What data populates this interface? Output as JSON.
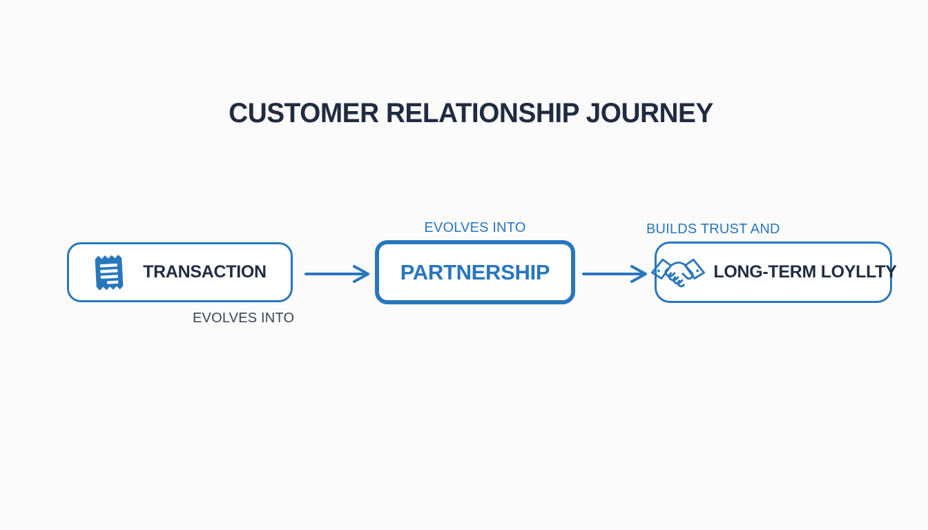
{
  "page": {
    "title": "CUSTOMER RELATIONSHIP JOURNEY"
  },
  "colors": {
    "accent_blue": "#2876BD",
    "dark_navy": "#212C42",
    "label_gray": "#3C4452",
    "background": "#fbfbfc",
    "node_fill": "#ffffff"
  },
  "flow": {
    "nodes": [
      {
        "id": "transaction",
        "label": "TRANSACTION",
        "icon": "receipt-icon",
        "emphasis": "normal"
      },
      {
        "id": "partnership",
        "label": "PARTNERSHIP",
        "icon": "none",
        "emphasis": "strong"
      },
      {
        "id": "loyalty",
        "label": "LONG-TERM LOYLLTY",
        "icon": "handshake-icon",
        "emphasis": "normal"
      }
    ],
    "edge_labels": {
      "below_transaction": "EVOLVES INTO",
      "above_partnership": "EVOLVES INTO",
      "above_loyalty": "BUILDS TRUST AND"
    }
  }
}
